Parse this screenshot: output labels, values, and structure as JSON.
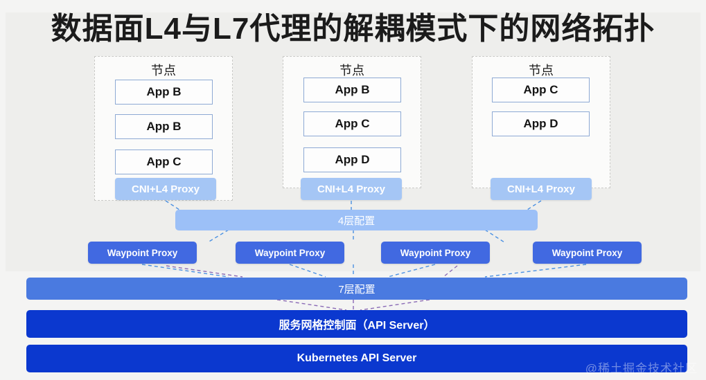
{
  "title": "数据面L4与L7代理的解耦模式下的网络拓扑",
  "colors": {
    "background": "#eeeeec",
    "node_border": "#c9c9c6",
    "app_border": "#8da9d4",
    "cni_fill": "#a5c6f5",
    "l4_bar": "#9cc0f7",
    "l7_bar": "#4a7ae0",
    "waypoint": "#4169e1",
    "dark_bar": "#0b38cf",
    "link_blue": "#4a90e2",
    "link_purple": "#8a6ab5"
  },
  "nodes": [
    {
      "label": "节点",
      "apps": [
        "App B",
        "App B",
        "App C"
      ],
      "proxy": "CNI+L4 Proxy"
    },
    {
      "label": "节点",
      "apps": [
        "App B",
        "App C",
        "App D"
      ],
      "proxy": "CNI+L4 Proxy"
    },
    {
      "label": "节点",
      "apps": [
        "App C",
        "App D"
      ],
      "proxy": "CNI+L4 Proxy"
    }
  ],
  "layer4_bar": "4层配置",
  "waypoints": [
    "Waypoint Proxy",
    "Waypoint Proxy",
    "Waypoint Proxy",
    "Waypoint Proxy"
  ],
  "layer7_bar": "7层配置",
  "control_plane_bar": "服务网格控制面（API Server）",
  "api_server_bar": "Kubernetes API Server",
  "watermark": "@稀土掘金技术社区"
}
